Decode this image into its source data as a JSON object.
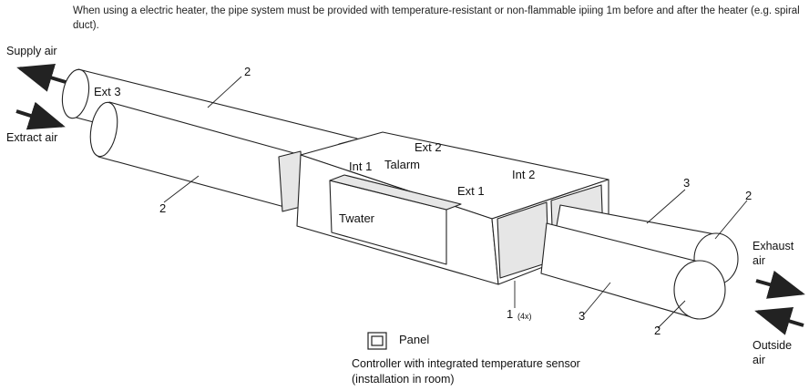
{
  "note": "When using a electric heater, the pipe system must be provided with temperature-resistant or non-flammable  ipiing 1m before and after the heater (e.g. spiral duct).",
  "labels": {
    "supply_air": "Supply air",
    "extract_air": "Extract air",
    "exhaust_air_1": "Exhaust",
    "exhaust_air_2": "air",
    "outside_air_1": "Outside",
    "outside_air_2": "air",
    "ext3": "Ext 3",
    "ext2": "Ext 2",
    "ext1": "Ext 1",
    "int1": "Int 1",
    "int2": "Int 2",
    "talarm": "Talarm",
    "twater": "Twater",
    "panel": "Panel",
    "controller_1": "Controller with integrated temperature sensor",
    "controller_2": "(installation in room)",
    "count_4x": "(4x)"
  },
  "callouts": {
    "c2_top": "2",
    "c2_left": "2",
    "c2_right_top": "2",
    "c2_right_bottom": "2",
    "c3_top": "3",
    "c3_bottom": "3",
    "c1": "1"
  },
  "colors": {
    "line": "#222222",
    "fill": "#ffffff",
    "shade": "#e6e6e6"
  }
}
